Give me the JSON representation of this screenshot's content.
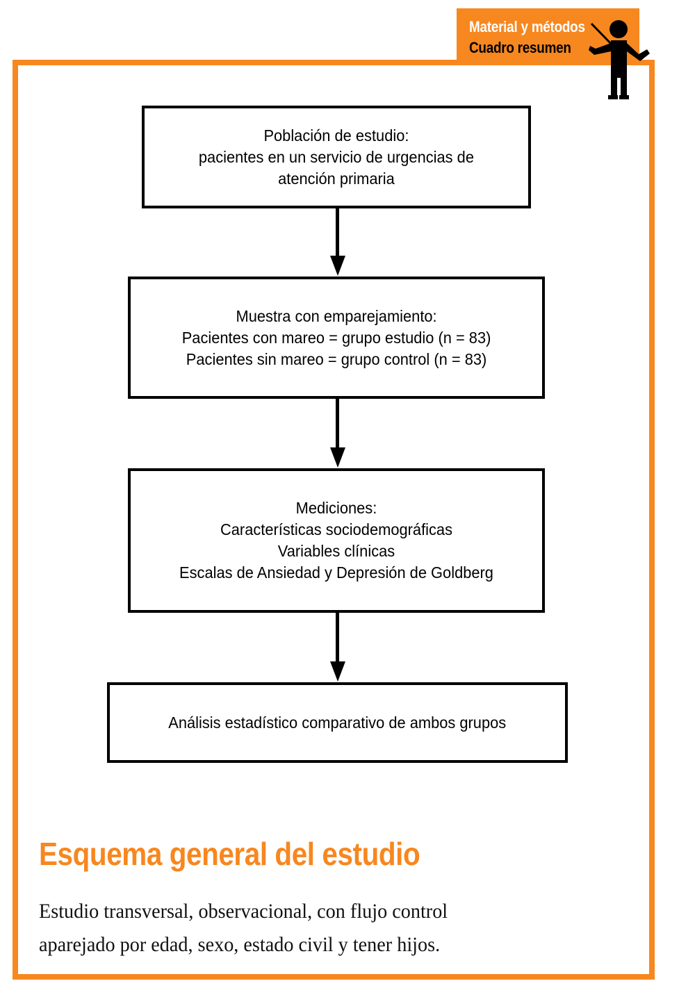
{
  "header": {
    "badge": {
      "line1": "Material y métodos",
      "line2": "Cuadro resumen",
      "bg_color": "#F7871F",
      "line1_color": "#FFFFFF",
      "line2_color": "#000000"
    },
    "presenter_icon": "presenter-pointer-icon"
  },
  "frame": {
    "border_color": "#F7871F"
  },
  "flow": {
    "arrow_icon": "down-arrow-icon",
    "boxes": [
      {
        "id": "box1",
        "text": "Población de estudio:\npacientes en un servicio de urgencias de\natención primaria"
      },
      {
        "id": "box2",
        "text": "Muestra con emparejamiento:\nPacientes con mareo = grupo estudio (n = 83)\nPacientes sin mareo = grupo control (n = 83)"
      },
      {
        "id": "box3",
        "text": "Mediciones:\nCaracterísticas sociodemográficas\nVariables clínicas\nEscalas de Ansiedad y Depresión de Goldberg"
      },
      {
        "id": "box4",
        "text": "Análisis estadístico comparativo de ambos grupos"
      }
    ]
  },
  "caption": {
    "title": "Esquema general del estudio",
    "title_color": "#F7871F",
    "body": "Estudio transversal, observacional, con flujo control\naparejado por edad, sexo, estado civil y tener hijos."
  }
}
